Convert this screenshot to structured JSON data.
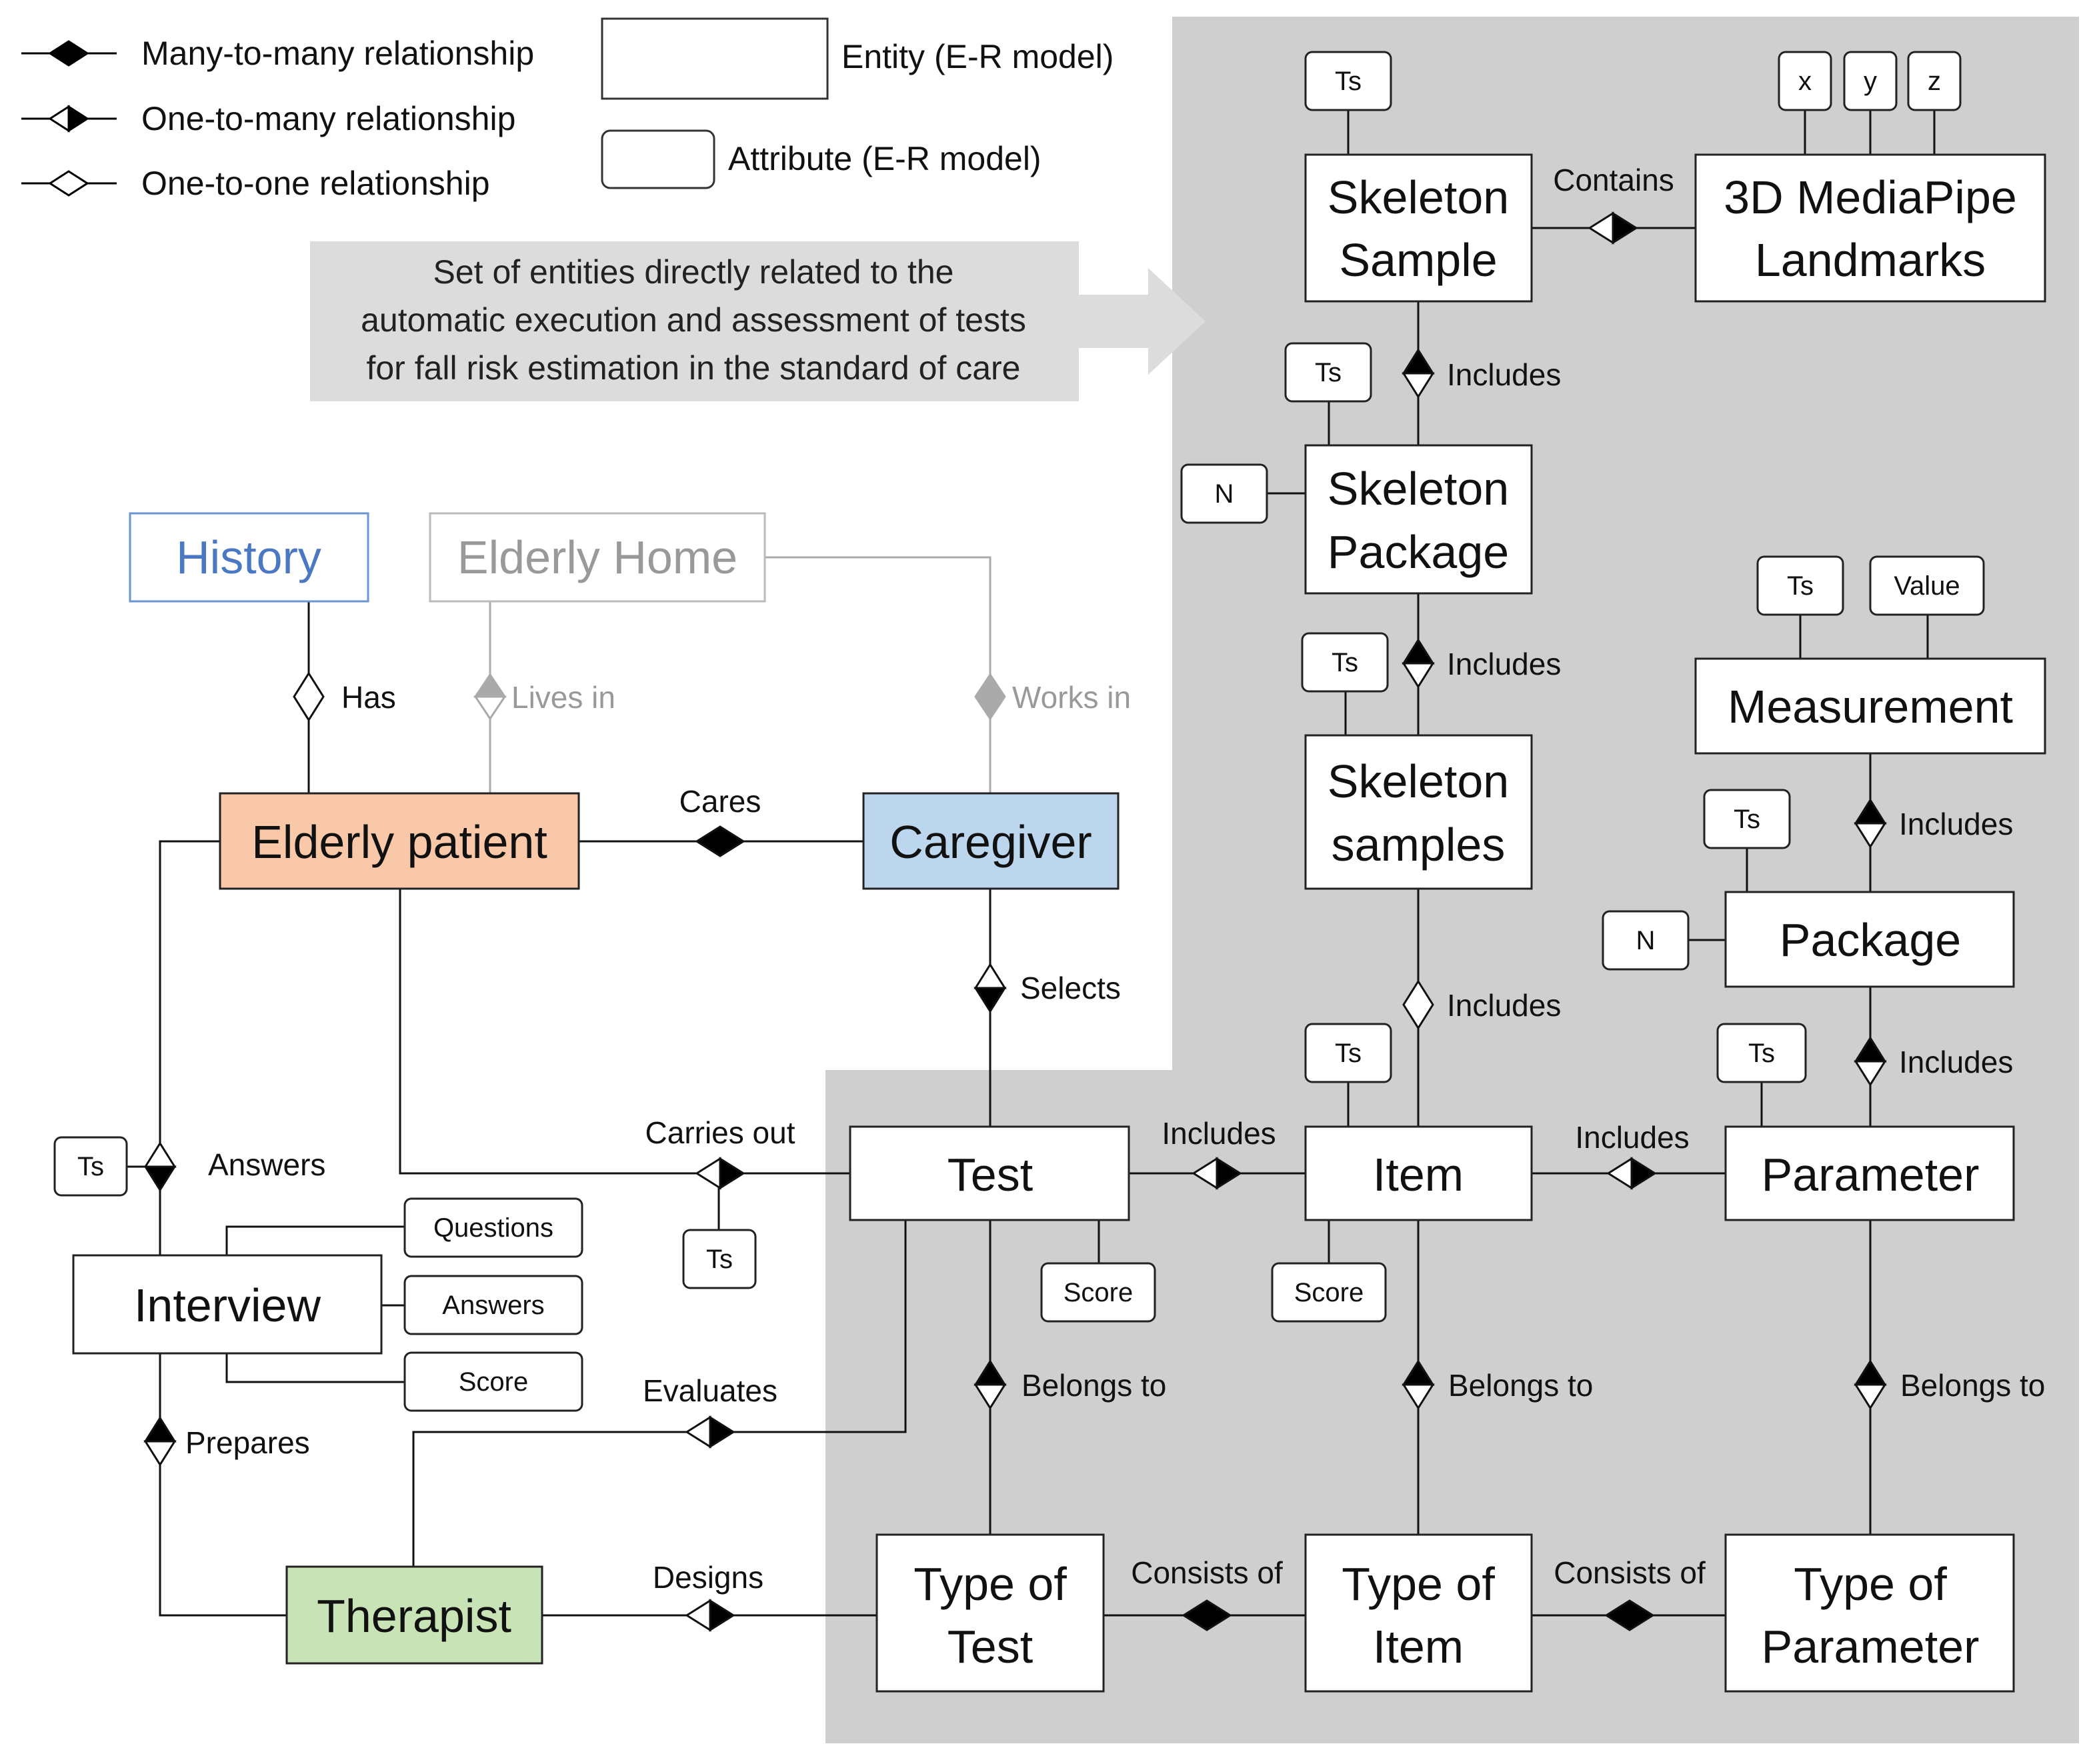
{
  "legend": {
    "many_to_many": "Many-to-many relationship",
    "one_to_many": "One-to-many relationship",
    "one_to_one": "One-to-one relationship",
    "entity": "Entity (E-R model)",
    "attribute": "Attribute (E-R model)"
  },
  "callout": {
    "line1": "Set of entities directly related to the",
    "line2": "automatic execution and assessment of tests",
    "line3": "for fall risk estimation in the standard of care"
  },
  "entities": {
    "skeleton_sample": [
      "Skeleton",
      "Sample"
    ],
    "mediapipe": [
      "3D MediaPipe",
      "Landmarks"
    ],
    "skeleton_package": [
      "Skeleton",
      "Package"
    ],
    "skeleton_samples": [
      "Skeleton",
      "samples"
    ],
    "measurement": "Measurement",
    "package": "Package",
    "history": "History",
    "elderly_home": "Elderly Home",
    "elderly_patient": "Elderly patient",
    "caregiver": "Caregiver",
    "test": "Test",
    "item": "Item",
    "parameter": "Parameter",
    "interview": "Interview",
    "therapist": "Therapist",
    "type_of_test": [
      "Type of",
      "Test"
    ],
    "type_of_item": [
      "Type of",
      "Item"
    ],
    "type_of_parameter": [
      "Type of",
      "Parameter"
    ]
  },
  "attributes": {
    "ts": "Ts",
    "n": "N",
    "x": "x",
    "y": "y",
    "z": "z",
    "value": "Value",
    "score": "Score",
    "questions": "Questions",
    "answers": "Answers"
  },
  "relationships": {
    "contains": "Contains",
    "includes": "Includes",
    "has": "Has",
    "lives_in": "Lives in",
    "works_in": "Works in",
    "cares": "Cares",
    "selects": "Selects",
    "carries_out": "Carries out",
    "answers": "Answers",
    "evaluates": "Evaluates",
    "prepares": "Prepares",
    "designs": "Designs",
    "belongs_to": "Belongs to",
    "consists_of": "Consists of"
  },
  "colors": {
    "region": "#d0cfd0",
    "callout": "#dcdcdc",
    "patient": "#f8c8a8",
    "caregiver": "#bcd6ee",
    "therapist": "#c8e3b5",
    "history_text": "#4a78c2",
    "history_border": "#6a96d6",
    "gray_text": "#999999"
  }
}
